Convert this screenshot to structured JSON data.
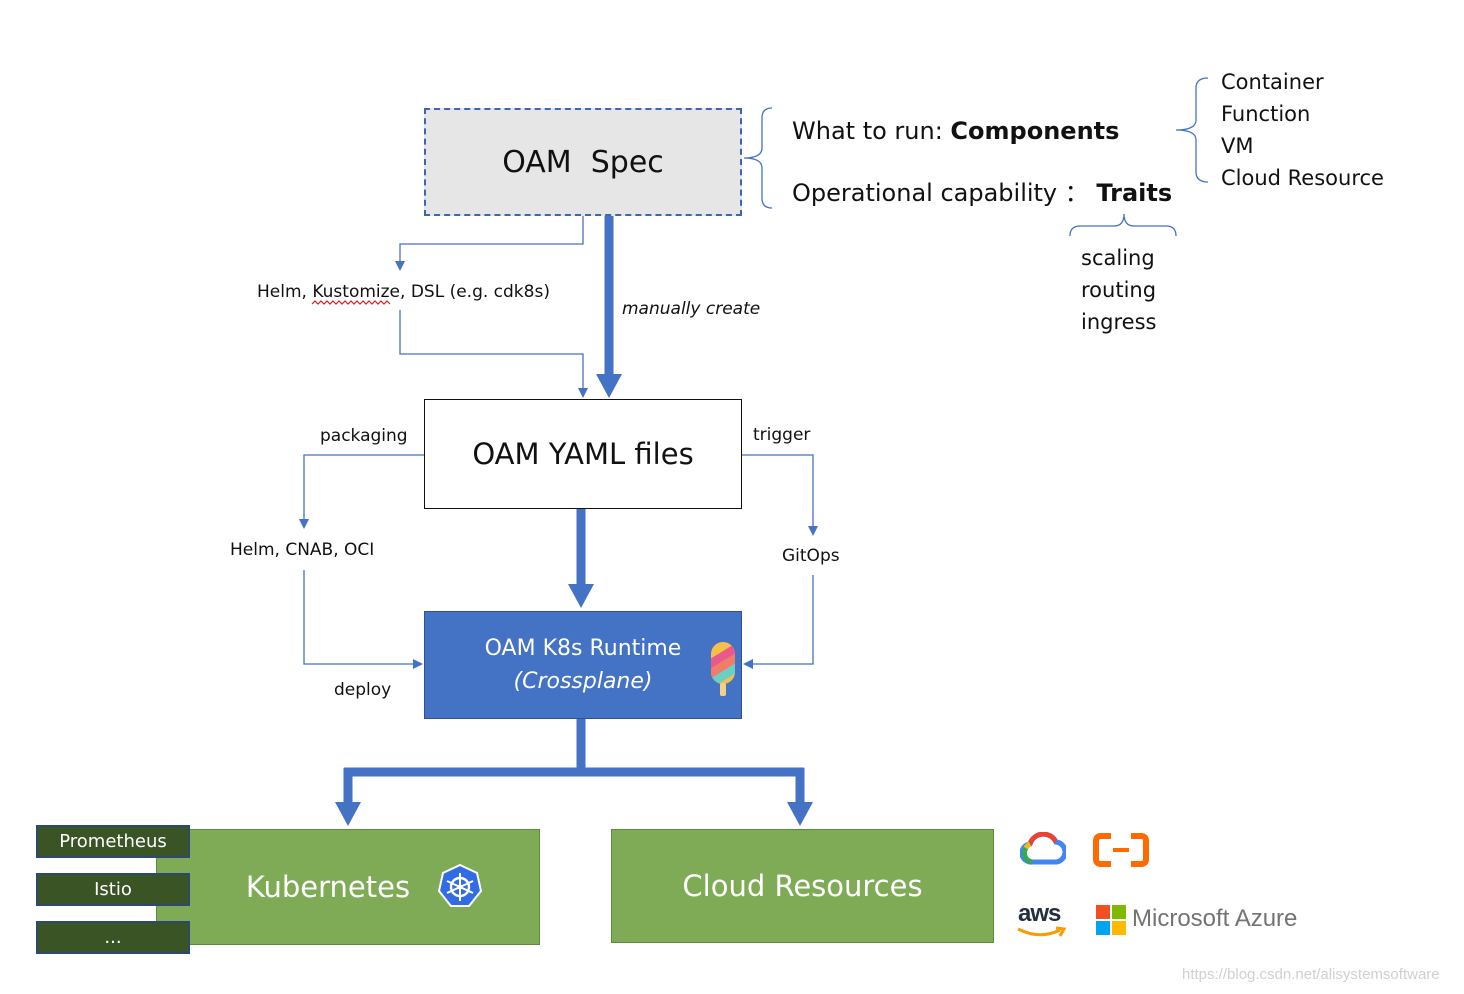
{
  "spec": {
    "title": "OAM  Spec",
    "what_prefix": "What to run: ",
    "what_bold": "Components",
    "op_prefix": "Operational capability ： ",
    "op_bold": "Traits"
  },
  "components": [
    "Container",
    "Function",
    "VM",
    "Cloud Resource"
  ],
  "traits": [
    "scaling",
    "routing",
    "ingress"
  ],
  "labels": {
    "helm_dsl_1": "Helm, ",
    "helm_dsl_kustomize": "Kustomize",
    "helm_dsl_2": ", DSL (e.g. cdk8s)",
    "manually_create": "manually create",
    "packaging": "packaging",
    "trigger": "trigger",
    "helm_cnab_oci": "Helm, CNAB, OCI",
    "gitops": "GitOps",
    "deploy": "deploy"
  },
  "yaml": {
    "title": "OAM YAML files"
  },
  "runtime": {
    "line1": "OAM K8s Runtime",
    "line2": "(Crossplane)"
  },
  "kubernetes": {
    "title": "Kubernetes",
    "addons": [
      "Prometheus",
      "Istio",
      "..."
    ]
  },
  "cloud": {
    "title": "Cloud Resources"
  },
  "providers": {
    "aws": "aws",
    "azure": "Microsoft Azure"
  },
  "watermark": "https://blog.csdn.net/alisystemsoftware",
  "colors": {
    "arrow_blue": "#4472c4",
    "green": "#7fab56",
    "dark_green": "#3a5426",
    "spec_gray": "#e6e6e6"
  }
}
